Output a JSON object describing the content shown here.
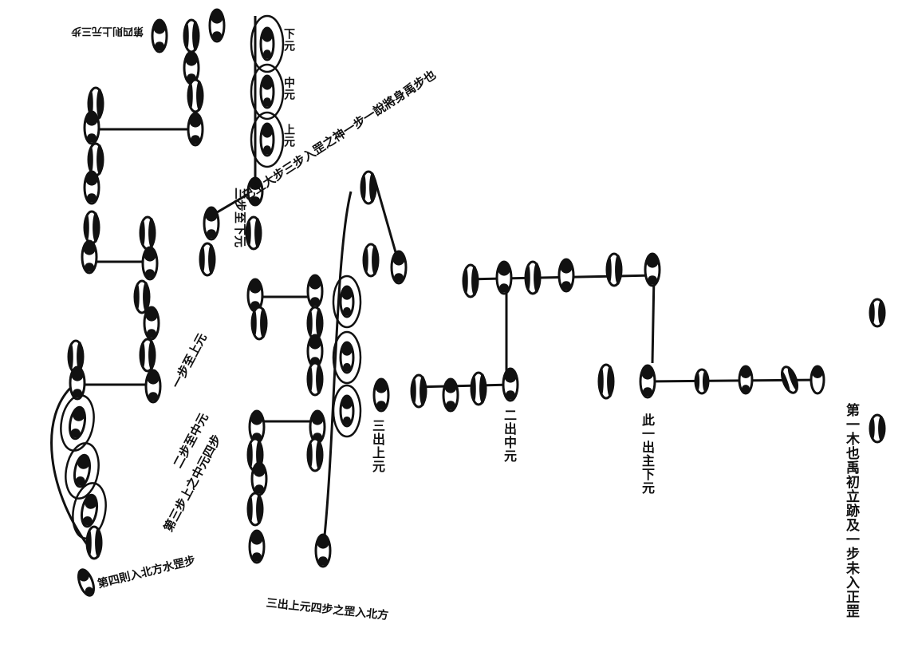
{
  "labels": {
    "step1": "第一木也禹初立跡及一步未入正罡",
    "step2_main": "此一出主下元",
    "step3": "二出中元",
    "step4": "三出上元",
    "marker_lower": "下元",
    "marker_middle": "中元",
    "marker_upper": "上元",
    "diag_third": "三步至下元",
    "diag_second": "二步至中元",
    "diag_first": "一步至上元",
    "diag_big": "已上大步三步入罡之神一步一說將身禹步也",
    "left_third": "第三步上之中元四步",
    "top_left": "第四則上元三步",
    "bottom_fourth": "第四則入北方水罡步",
    "bottom_second": "三出上元四步之罡入北方"
  },
  "colors": {
    "ink": "#111111",
    "paper": "#ffffff"
  }
}
